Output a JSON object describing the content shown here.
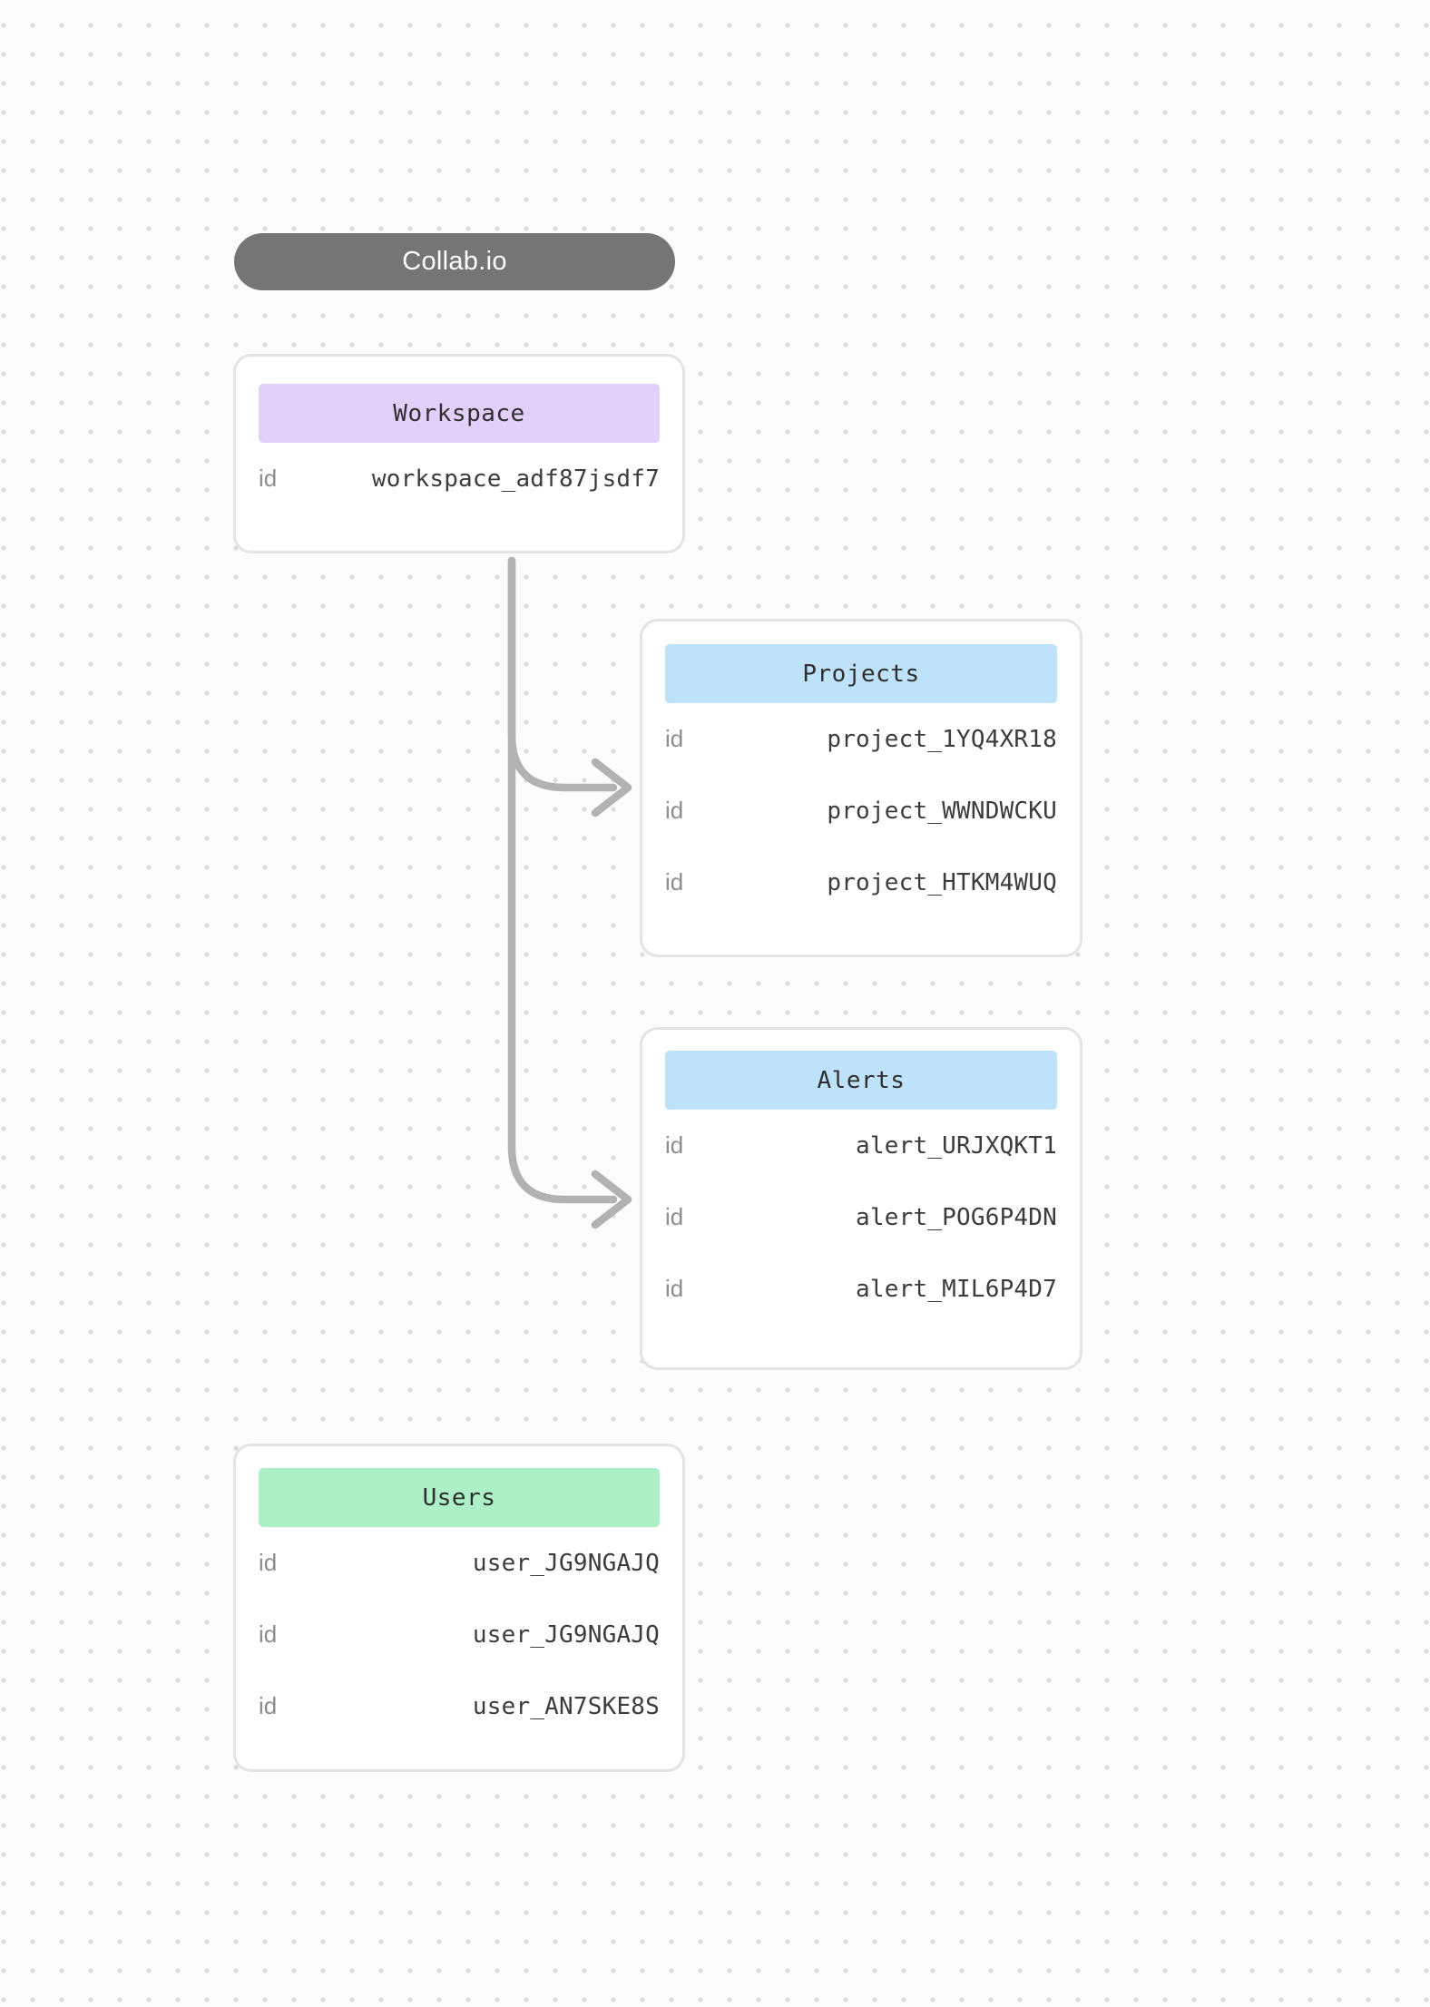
{
  "app": {
    "title": "Collab.io"
  },
  "colors": {
    "title_pill_bg": "#757575",
    "workspace_header_bg": "#e3d0fa",
    "projects_header_bg": "#bde2fa",
    "alerts_header_bg": "#bde2fa",
    "users_header_bg": "#adf0c8",
    "connector": "#b2b2b2"
  },
  "nodes": {
    "workspace": {
      "title": "Workspace",
      "rows": [
        {
          "key": "id",
          "value": "workspace_adf87jsdf7"
        }
      ]
    },
    "projects": {
      "title": "Projects",
      "rows": [
        {
          "key": "id",
          "value": "project_1YQ4XR18"
        },
        {
          "key": "id",
          "value": "project_WWNDWCKU"
        },
        {
          "key": "id",
          "value": "project_HTKM4WUQ"
        }
      ]
    },
    "alerts": {
      "title": "Alerts",
      "rows": [
        {
          "key": "id",
          "value": "alert_URJXQKT1"
        },
        {
          "key": "id",
          "value": "alert_POG6P4DN"
        },
        {
          "key": "id",
          "value": "alert_MIL6P4D7"
        }
      ]
    },
    "users": {
      "title": "Users",
      "rows": [
        {
          "key": "id",
          "value": "user_JG9NGAJQ"
        },
        {
          "key": "id",
          "value": "user_JG9NGAJQ"
        },
        {
          "key": "id",
          "value": "user_AN7SKE8S"
        }
      ]
    }
  },
  "edges": [
    {
      "from": "Workspace",
      "to": "Projects"
    },
    {
      "from": "Workspace",
      "to": "Alerts"
    }
  ]
}
